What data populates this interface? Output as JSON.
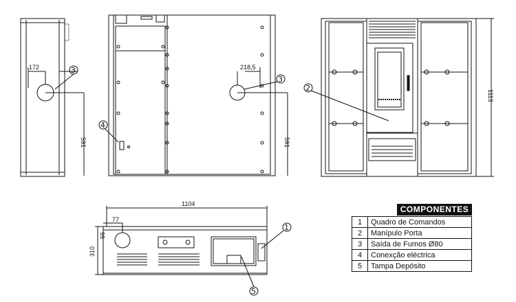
{
  "dimensions": {
    "side_offset": "172",
    "back_offset": "218,5",
    "side_height": "591",
    "back_height": "591",
    "total_height": "1113",
    "top_width": "1104",
    "top_depth": "310",
    "top_offset_x": "77",
    "top_offset_y": "66"
  },
  "callouts": [
    "1",
    "2",
    "3",
    "3",
    "4",
    "5"
  ],
  "legend": {
    "title": "COMPONENTES",
    "items": [
      {
        "num": "1",
        "label": "Quadro de Comandos"
      },
      {
        "num": "2",
        "label": "Manípulo Porta"
      },
      {
        "num": "3",
        "label": "Saída de Fumos Ø80"
      },
      {
        "num": "4",
        "label": "Conexção eléctrica"
      },
      {
        "num": "5",
        "label": "Tampa Depósito"
      }
    ]
  }
}
